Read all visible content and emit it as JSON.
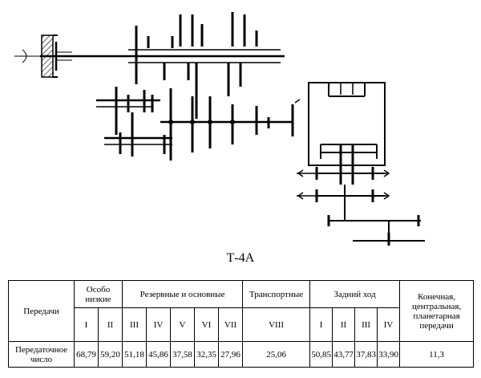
{
  "caption": "Т-4А",
  "table": {
    "row_header": "Передачи",
    "groups": {
      "special_low": "Особо низкие",
      "reserve_main": "Резервные и основные",
      "transport": "Транспортные",
      "reverse": "Задний ход",
      "final": "Конечная, центральная, планетарная передачи"
    },
    "gears": [
      "I",
      "II",
      "III",
      "IV",
      "V",
      "VI",
      "VII",
      "VIII",
      "I",
      "II",
      "III",
      "IV"
    ],
    "ratio_label": "Передаточное число",
    "ratios": [
      "68,79",
      "59,20",
      "51,18",
      "45,86",
      "37,58",
      "32,35",
      "27,96",
      "25,06",
      "50,85",
      "43,77",
      "37,83",
      "33,90"
    ],
    "final_ratio": "11,3"
  }
}
